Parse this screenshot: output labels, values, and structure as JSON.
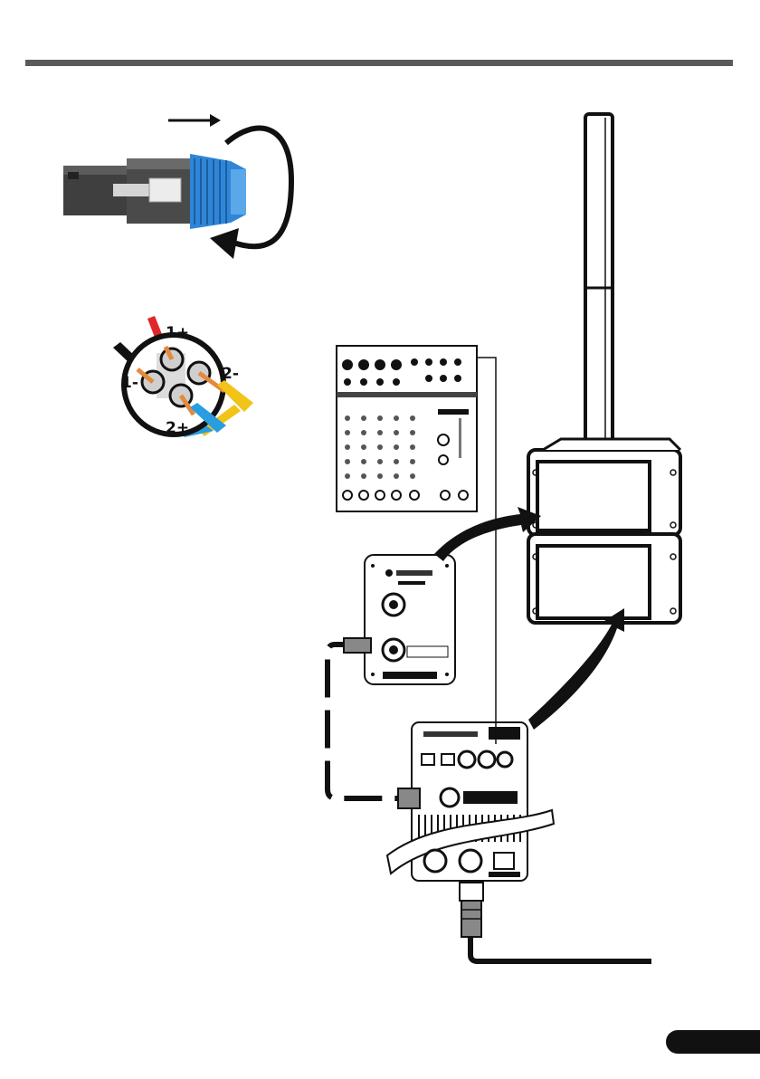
{
  "colors": {
    "rule": "#5a5a5a",
    "plug_body": "#3f3f3f",
    "plug_lock_blue": "#2f86d8",
    "wire_red": "#e0262a",
    "wire_black": "#111111",
    "wire_yellow": "#f2c318",
    "wire_blue": "#2a9de0",
    "copper": "#e48a3c"
  },
  "pinout": {
    "pin_1_plus": "1+",
    "pin_1_minus": "1-",
    "pin_2_plus": "2+",
    "pin_2_minus": "2-"
  },
  "icons": {
    "rotation": "rotate-arrow-icon",
    "connector": "speakon-plug-icon",
    "pinout": "speakon-pinout-icon"
  }
}
